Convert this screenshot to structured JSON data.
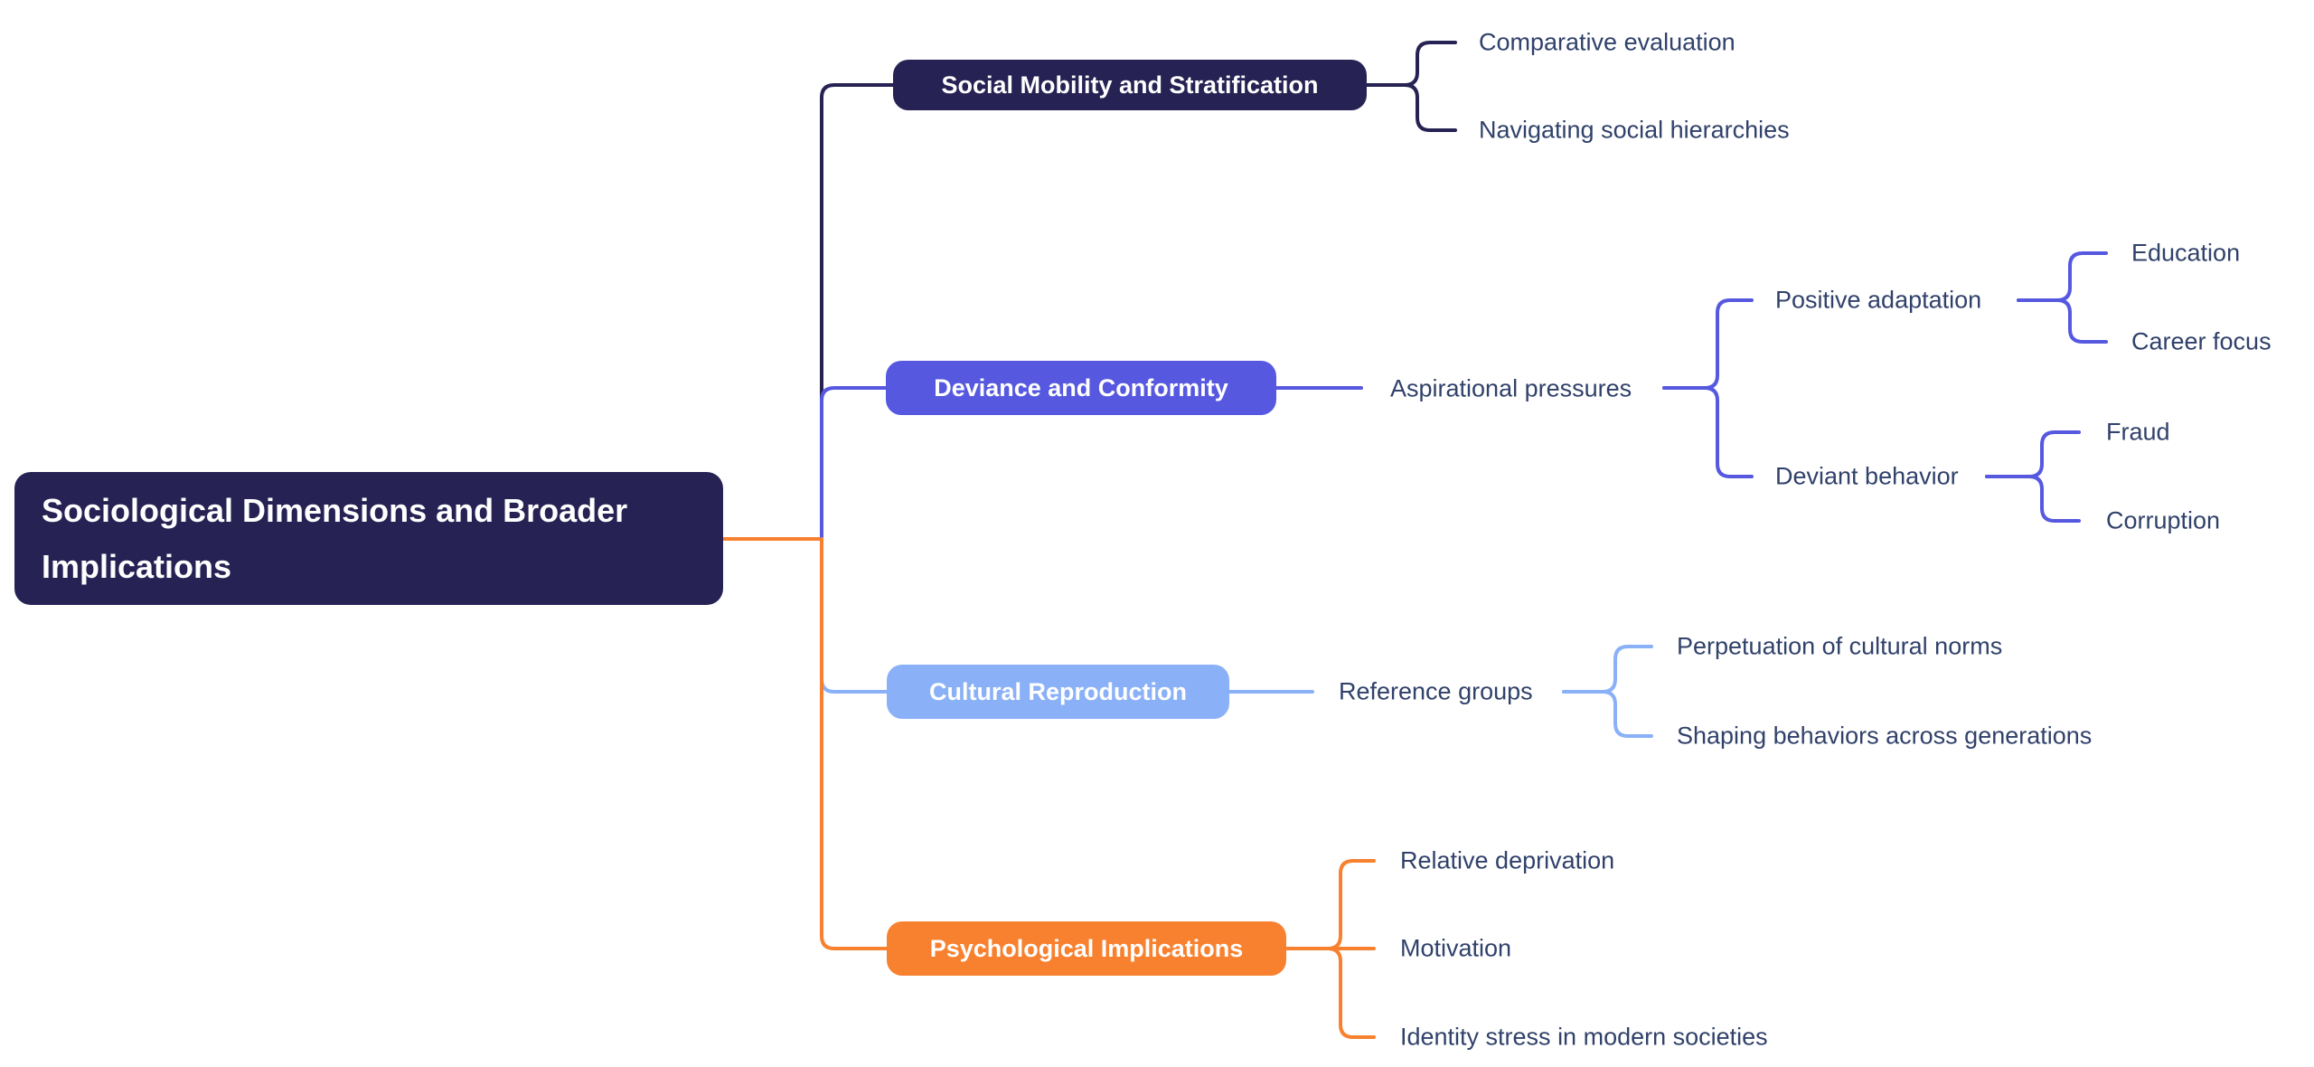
{
  "palette": {
    "navy": "#262254",
    "indigo": "#5659e0",
    "blue": "#8ab1f7",
    "orange": "#f8812f",
    "text_dark": "#30416a",
    "text_light": "#ffffff",
    "background": "#ffffff"
  },
  "root": {
    "label": "Sociological Dimensions and Broader Implications"
  },
  "branches": [
    {
      "label": "Social Mobility and Stratification",
      "children": [
        {
          "label": "Comparative evaluation"
        },
        {
          "label": "Navigating social hierarchies"
        }
      ]
    },
    {
      "label": "Deviance and Conformity",
      "children": [
        {
          "label": "Aspirational pressures",
          "children": [
            {
              "label": "Positive adaptation",
              "children": [
                {
                  "label": "Education"
                },
                {
                  "label": "Career focus"
                }
              ]
            },
            {
              "label": "Deviant behavior",
              "children": [
                {
                  "label": "Fraud"
                },
                {
                  "label": "Corruption"
                }
              ]
            }
          ]
        }
      ]
    },
    {
      "label": "Cultural Reproduction",
      "children": [
        {
          "label": "Reference groups",
          "children": [
            {
              "label": "Perpetuation of cultural norms"
            },
            {
              "label": "Shaping behaviors across generations"
            }
          ]
        }
      ]
    },
    {
      "label": "Psychological Implications",
      "children": [
        {
          "label": "Relative deprivation"
        },
        {
          "label": "Motivation"
        },
        {
          "label": "Identity stress in modern societies"
        }
      ]
    }
  ]
}
